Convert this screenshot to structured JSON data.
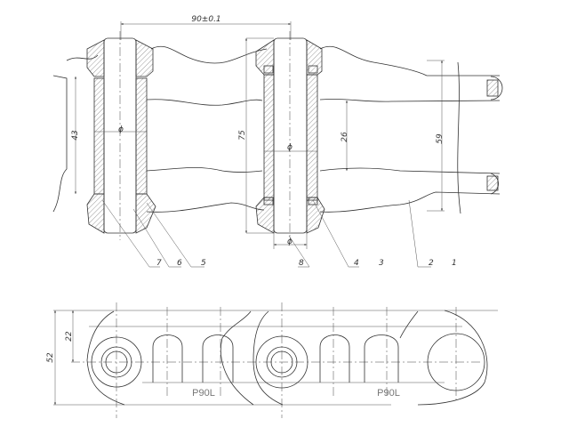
{
  "top_view": {
    "pitch_dim": "90±0.1",
    "dims": {
      "d43": "43",
      "d75": "75",
      "d26": "26",
      "d59": "59"
    },
    "diameter_symbol": "ϕ",
    "part_labels": [
      "7",
      "6",
      "5",
      "8",
      "4",
      "3",
      "2",
      "1"
    ]
  },
  "side_view": {
    "dims": {
      "d52": "52",
      "d22": "22"
    },
    "link_marks": [
      "P90L",
      "P90L"
    ]
  }
}
